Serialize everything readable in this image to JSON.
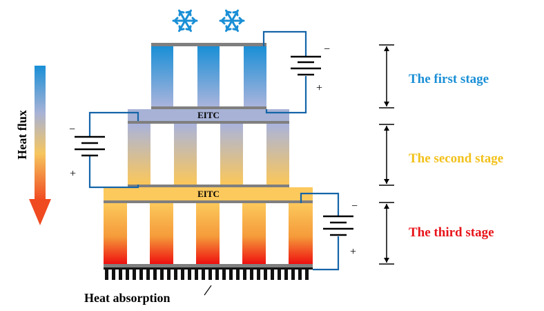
{
  "heat_flux_label": "Heat flux",
  "eitc_label_1": "EITC",
  "eitc_label_2": "EITC",
  "heat_absorption_label": "Heat absorption",
  "stages": [
    {
      "label": "The first stage",
      "color": "#1a8fd6"
    },
    {
      "label": "The second stage",
      "color": "#f2c11a"
    },
    {
      "label": "The third stage",
      "color": "#e8141a"
    }
  ],
  "battery_signs": {
    "minus": "−",
    "plus": "+"
  },
  "icons": {
    "snowflake": "snowflake-icon",
    "battery": "battery-icon",
    "heat-sink": "heat-sink-icon",
    "arrow": "heat-flux-arrow-icon"
  },
  "colors": {
    "cold": "#1a8fd6",
    "mid": "#a7b2d6",
    "warm": "#f6c65f",
    "hot": "#e8141a",
    "plate": "#7f7f7f",
    "wire": "#1464a8"
  }
}
